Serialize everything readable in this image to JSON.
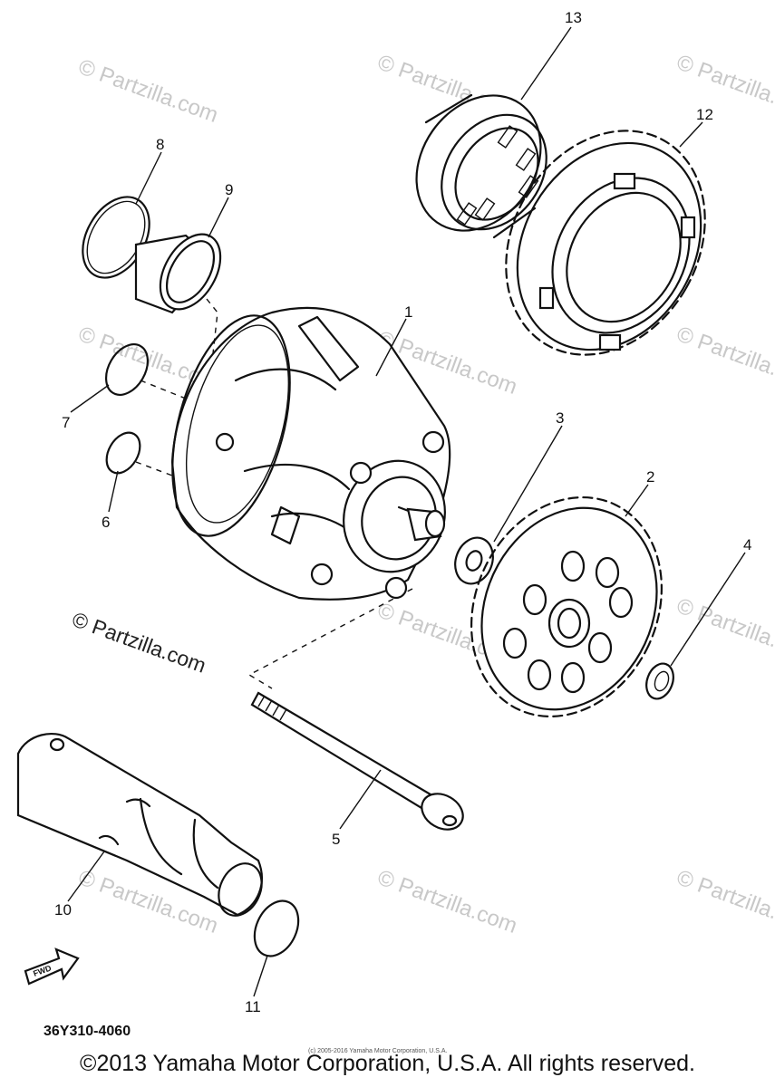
{
  "callouts": [
    {
      "id": "1",
      "label": "1"
    },
    {
      "id": "2",
      "label": "2"
    },
    {
      "id": "3",
      "label": "3"
    },
    {
      "id": "4",
      "label": "4"
    },
    {
      "id": "5",
      "label": "5"
    },
    {
      "id": "6",
      "label": "6"
    },
    {
      "id": "7",
      "label": "7"
    },
    {
      "id": "8",
      "label": "8"
    },
    {
      "id": "9",
      "label": "9"
    },
    {
      "id": "10",
      "label": "10"
    },
    {
      "id": "11",
      "label": "11"
    },
    {
      "id": "12",
      "label": "12"
    },
    {
      "id": "13",
      "label": "13"
    }
  ],
  "watermark": {
    "text": "© Partzilla.com"
  },
  "fwd_label": "FWD",
  "part_number": "36Y310-4060",
  "small_credit": "(c) 2005-2016 Yamaha Motor Corporation, U.S.A.",
  "copyright": "©2013 Yamaha Motor Corporation, U.S.A. All rights reserved."
}
